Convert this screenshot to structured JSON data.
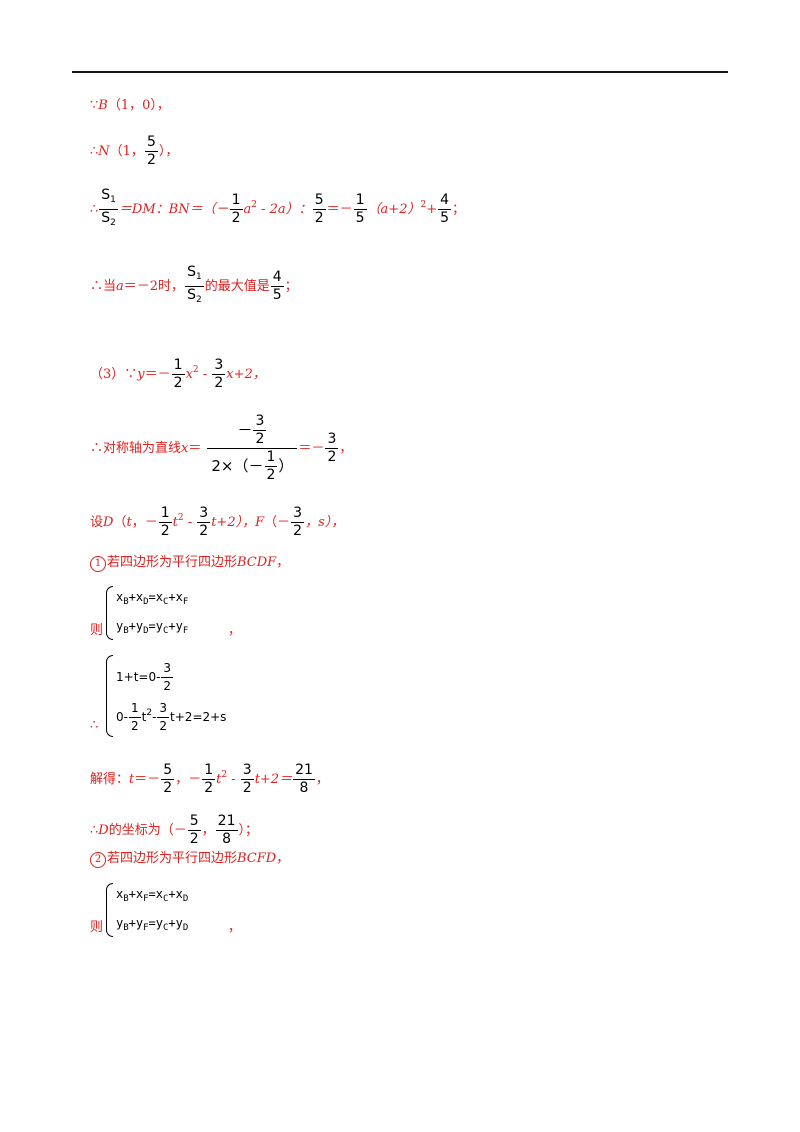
{
  "l1": {
    "pre": "∵",
    "B": "B",
    "rest": "（1，0），"
  },
  "l2": {
    "pre": "∴",
    "N": "N",
    "open": "（1，",
    "num": "5",
    "den": "2",
    "close": "），"
  },
  "l3": {
    "pre": "∴",
    "s1": "S",
    "s1sub": "1",
    "s2": "S",
    "s2sub": "2",
    "eq": "＝DM：BN＝（－",
    "f1n": "1",
    "f1d": "2",
    "a2": "a",
    "a2sup": "2",
    "m2a": " - 2a）：",
    "f2n": "5",
    "f2d": "2",
    "eq2": "＝－",
    "f3n": "1",
    "f3d": "5",
    "tail": "（a+2）",
    "tsup": "2",
    "plus": "+",
    "f4n": "4",
    "f4d": "5",
    "semi": "；"
  },
  "l4": {
    "pre": "∴当",
    "a": "a",
    "eq": "＝－2时，",
    "s1": "S",
    "s1sub": "1",
    "s2": "S",
    "s2sub": "2",
    "mid": "的最大值是",
    "fn": "4",
    "fd": "5",
    "semi": "；"
  },
  "l5": {
    "pre": "（3）∵",
    "y": "y",
    "eq": "＝－",
    "f1n": "1",
    "f1d": "2",
    "x2": "x",
    "x2sup": "2",
    "minus": " - ",
    "f2n": "3",
    "f2d": "2",
    "x": "x+2，"
  },
  "l6": {
    "pre": "∴对称轴为直线",
    "x": "x",
    "eq": "＝",
    "bignum": "－",
    "bignumn": "3",
    "bignumd": "2",
    "bigden": "2×（－",
    "bigdenn": "1",
    "bigdend": "2",
    "bigdenc": "）",
    "eq2": "＝－",
    "rn": "3",
    "rd": "2",
    "end": "，"
  },
  "l7": {
    "pre": "设",
    "D": "D",
    "open": "（",
    "t": "t",
    "comma": "，－",
    "f1n": "1",
    "f1d": "2",
    "t2": "t",
    "t2sup": "2",
    "minus": " - ",
    "f2n": "3",
    "f2d": "2",
    "tail": "t+2），",
    "F": "F",
    "fopen": "（－",
    "f3n": "3",
    "f3d": "2",
    "fs": "，s），"
  },
  "l8": {
    "num": "1",
    "text": "若四边形为平行四边形",
    "name": "BCDF",
    "end": "，"
  },
  "sys1": {
    "row1": "x",
    "row2": "y",
    "pre": "则",
    "end": "，"
  },
  "sys2": {
    "pre": "∴",
    "r1": "1+t=0-",
    "r1n": "3",
    "r1d": "2",
    "r2a": "0-",
    "r2n": "1",
    "r2d": "2",
    "r2b": "t",
    "r2sup": "2",
    "r2c": "-",
    "r2n2": "3",
    "r2d2": "2",
    "r2e": "t+2=2+s"
  },
  "l9": {
    "pre": "解得：",
    "t": "t",
    "eq": "＝－",
    "f1n": "5",
    "f1d": "2",
    "comma": "，－",
    "f2n": "1",
    "f2d": "2",
    "t2": "t",
    "t2sup": "2",
    "minus": " - ",
    "f3n": "3",
    "f3d": "2",
    "tail": "t+2＝",
    "f4n": "21",
    "f4d": "8",
    "end": "，"
  },
  "l10": {
    "pre": "∴",
    "D": "D",
    "mid": "的坐标为（－",
    "f1n": "5",
    "f1d": "2",
    "comma": "，",
    "f2n": "21",
    "f2d": "8",
    "end": "）；"
  },
  "l11": {
    "num": "2",
    "text": "若四边形为平行四边形",
    "name": "BCFD",
    "end": "，"
  },
  "sys3": {
    "pre": "则",
    "end": "，"
  }
}
